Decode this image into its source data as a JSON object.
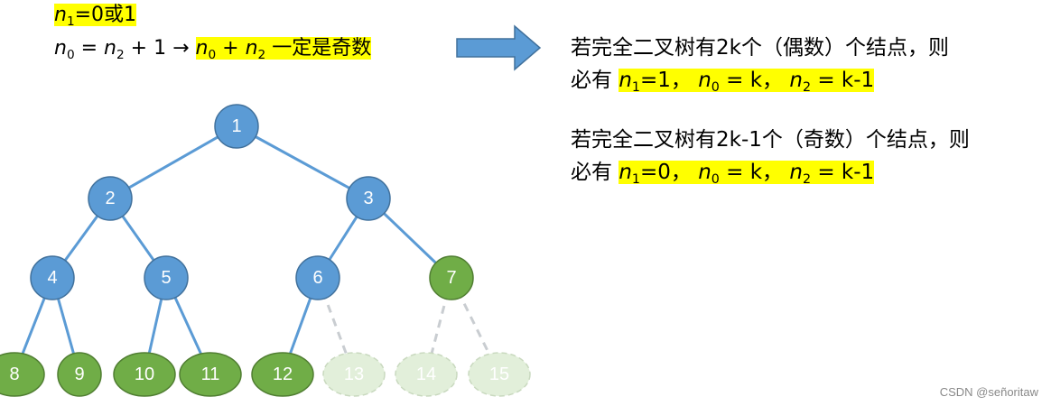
{
  "left": {
    "line1": {
      "n": "n",
      "sub": "1",
      "rest": "=0或1"
    },
    "line2": {
      "n0": "n",
      "s0": "0",
      "mid": " = ",
      "n2": "n",
      "s2": "2",
      "plus1": " + 1 ",
      "arrow": "→",
      "h_n0": "n",
      "h_s0": "0",
      "h_plus": " + ",
      "h_n2": "n",
      "h_s2": "2",
      "h_text": " 一定是奇数"
    }
  },
  "right": {
    "even": {
      "text1": "若完全二叉树有2k个（偶数）个结点，则",
      "prefix": "必有 ",
      "n1": "n",
      "s1": "1",
      "v1": "=1，",
      "n0": "n",
      "s0": "0",
      "v0": " = k，",
      "n2": "n",
      "s2": "2",
      "v2": " = k-1"
    },
    "odd": {
      "text1": "若完全二叉树有2k-1个（奇数）个结点，则",
      "prefix": "必有 ",
      "n1": "n",
      "s1": "1",
      "v1": "=0，",
      "n0": "n",
      "s0": "0",
      "v0": " = k，",
      "n2": "n",
      "s2": "2",
      "v2": " = k-1"
    }
  },
  "tree": {
    "colors": {
      "internal": "#5b9bd5",
      "leaf": "#70ad47",
      "ghost": "#e2efda",
      "edge": "#5b9bd5",
      "ghost_edge": "#c9cdd1"
    },
    "nodes": [
      {
        "label": "1",
        "kind": "internal"
      },
      {
        "label": "2",
        "kind": "internal"
      },
      {
        "label": "3",
        "kind": "internal"
      },
      {
        "label": "4",
        "kind": "internal"
      },
      {
        "label": "5",
        "kind": "internal"
      },
      {
        "label": "6",
        "kind": "internal"
      },
      {
        "label": "7",
        "kind": "leaf"
      },
      {
        "label": "8",
        "kind": "leaf"
      },
      {
        "label": "9",
        "kind": "leaf"
      },
      {
        "label": "10",
        "kind": "leaf"
      },
      {
        "label": "11",
        "kind": "leaf"
      },
      {
        "label": "12",
        "kind": "leaf"
      },
      {
        "label": "13",
        "kind": "ghost"
      },
      {
        "label": "14",
        "kind": "ghost"
      },
      {
        "label": "15",
        "kind": "ghost"
      }
    ],
    "edges": [
      {
        "from": "1",
        "to": "2",
        "style": "solid"
      },
      {
        "from": "1",
        "to": "3",
        "style": "solid"
      },
      {
        "from": "2",
        "to": "4",
        "style": "solid"
      },
      {
        "from": "2",
        "to": "5",
        "style": "solid"
      },
      {
        "from": "3",
        "to": "6",
        "style": "solid"
      },
      {
        "from": "3",
        "to": "7",
        "style": "solid"
      },
      {
        "from": "4",
        "to": "8",
        "style": "solid"
      },
      {
        "from": "4",
        "to": "9",
        "style": "solid"
      },
      {
        "from": "5",
        "to": "10",
        "style": "solid"
      },
      {
        "from": "5",
        "to": "11",
        "style": "solid"
      },
      {
        "from": "6",
        "to": "12",
        "style": "solid"
      },
      {
        "from": "6",
        "to": "13",
        "style": "dashed"
      },
      {
        "from": "7",
        "to": "14",
        "style": "dashed"
      },
      {
        "from": "7",
        "to": "15",
        "style": "dashed"
      }
    ]
  },
  "watermark": "CSDN @señoritaw"
}
